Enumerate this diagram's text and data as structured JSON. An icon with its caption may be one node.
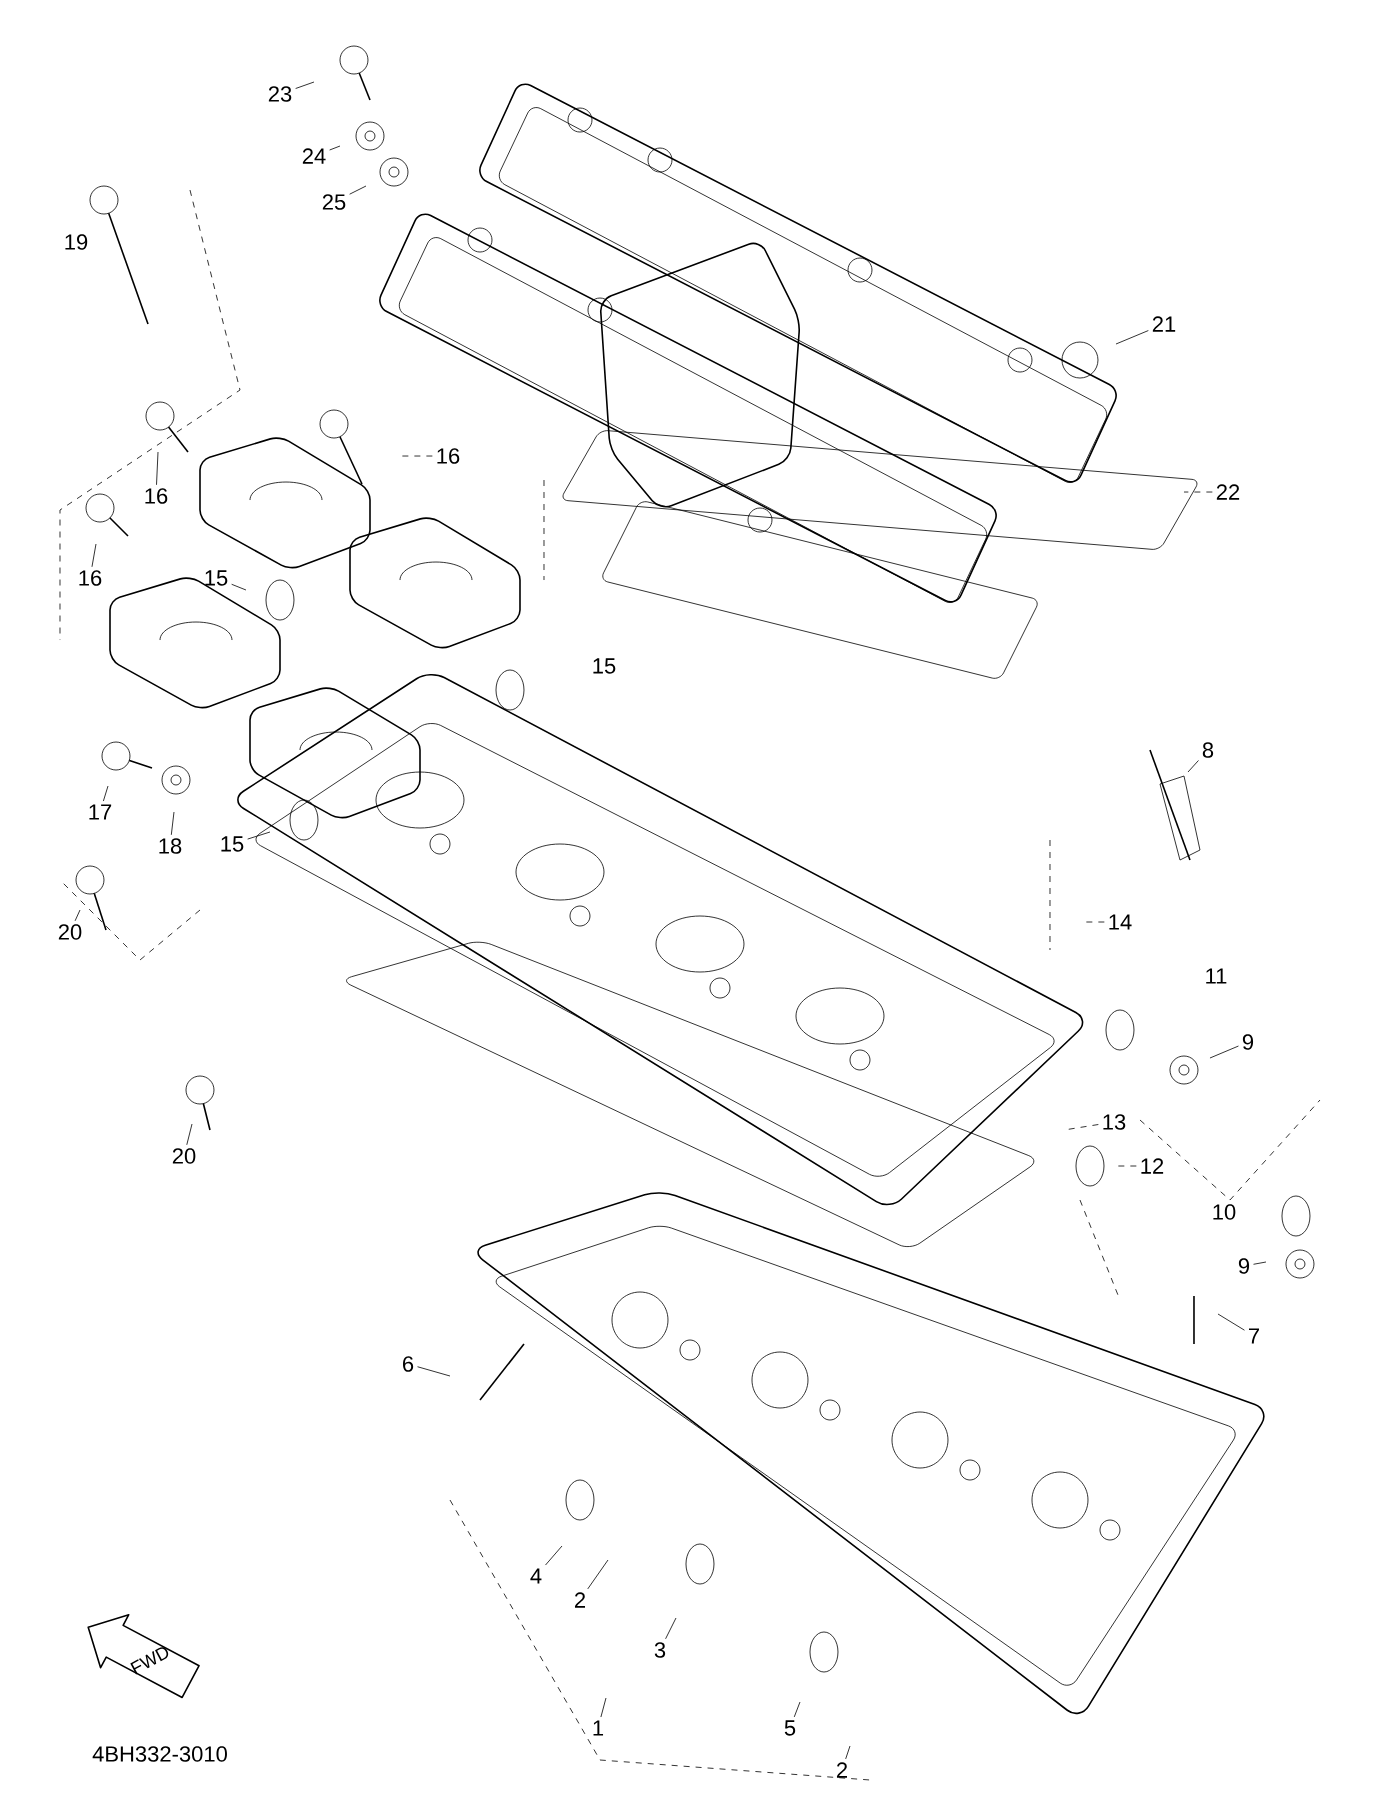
{
  "diagram": {
    "nodes": [
      {
        "text": [
          "23"
        ]
      },
      {
        "text": [
          "24"
        ]
      },
      {
        "text": [
          "25"
        ]
      },
      {
        "text": [
          "21"
        ]
      },
      {
        "text": [
          "16"
        ]
      },
      {
        "text": [
          "16"
        ]
      },
      {
        "text": [
          "22"
        ]
      },
      {
        "text": [
          "16"
        ]
      },
      {
        "text": [
          "15"
        ]
      },
      {
        "text": [
          "8"
        ]
      },
      {
        "text": [
          "17"
        ]
      },
      {
        "text": [
          "18"
        ]
      },
      {
        "text": [
          "15"
        ]
      },
      {
        "text": [
          "14"
        ]
      },
      {
        "text": [
          "20"
        ]
      },
      {
        "text": [
          "9"
        ]
      },
      {
        "text": [
          "13"
        ]
      },
      {
        "text": [
          "12"
        ]
      },
      {
        "text": [
          "20"
        ]
      },
      {
        "text": [
          "9"
        ]
      },
      {
        "text": [
          "7"
        ]
      },
      {
        "text": [
          "6"
        ]
      },
      {
        "text": [
          "4"
        ]
      },
      {
        "text": [
          "2"
        ]
      },
      {
        "text": [
          "3"
        ]
      },
      {
        "text": [
          "1"
        ]
      },
      {
        "text": [
          "5"
        ]
      },
      {
        "text": [
          "2"
        ]
      }
    ],
    "edges": [
      {
        "from": 0,
        "to": null,
        "arrow": "none"
      },
      {
        "from": 1,
        "to": null,
        "arrow": "none"
      },
      {
        "from": 2,
        "to": null,
        "arrow": "none"
      },
      {
        "from": 3,
        "to": null,
        "arrow": "none"
      },
      {
        "from": 4,
        "to": null,
        "arrow": "none",
        "style": "dashed"
      },
      {
        "from": 5,
        "to": null,
        "arrow": "none"
      },
      {
        "from": 6,
        "to": null,
        "arrow": "none",
        "style": "dashed"
      },
      {
        "from": 7,
        "to": null,
        "arrow": "none"
      },
      {
        "from": 8,
        "to": null,
        "arrow": "none"
      },
      {
        "from": 9,
        "to": null,
        "arrow": "none"
      },
      {
        "from": 10,
        "to": null,
        "arrow": "none"
      },
      {
        "from": 11,
        "to": null,
        "arrow": "none"
      },
      {
        "from": 12,
        "to": null,
        "arrow": "none"
      },
      {
        "from": 13,
        "to": null,
        "arrow": "none",
        "style": "dashed"
      },
      {
        "from": 14,
        "to": null,
        "arrow": "none"
      },
      {
        "from": 15,
        "to": null,
        "arrow": "none"
      },
      {
        "from": 16,
        "to": null,
        "arrow": "none",
        "style": "dashed"
      },
      {
        "from": 17,
        "to": null,
        "arrow": "none",
        "style": "dashed"
      },
      {
        "from": 18,
        "to": null,
        "arrow": "none"
      },
      {
        "from": 19,
        "to": null,
        "arrow": "none"
      },
      {
        "from": 20,
        "to": null,
        "arrow": "none"
      },
      {
        "from": 21,
        "to": null,
        "arrow": "none"
      },
      {
        "from": 22,
        "to": null,
        "arrow": "none"
      },
      {
        "from": 23,
        "to": null,
        "arrow": "none"
      },
      {
        "from": 24,
        "to": null,
        "arrow": "none"
      },
      {
        "from": 25,
        "to": null,
        "arrow": "none"
      },
      {
        "from": 26,
        "to": null,
        "arrow": "none"
      },
      {
        "from": 27,
        "to": null,
        "arrow": "none"
      }
    ],
    "labels": [
      "19",
      "15",
      "11",
      "10",
      "FWD",
      "4BH332-3010"
    ]
  }
}
